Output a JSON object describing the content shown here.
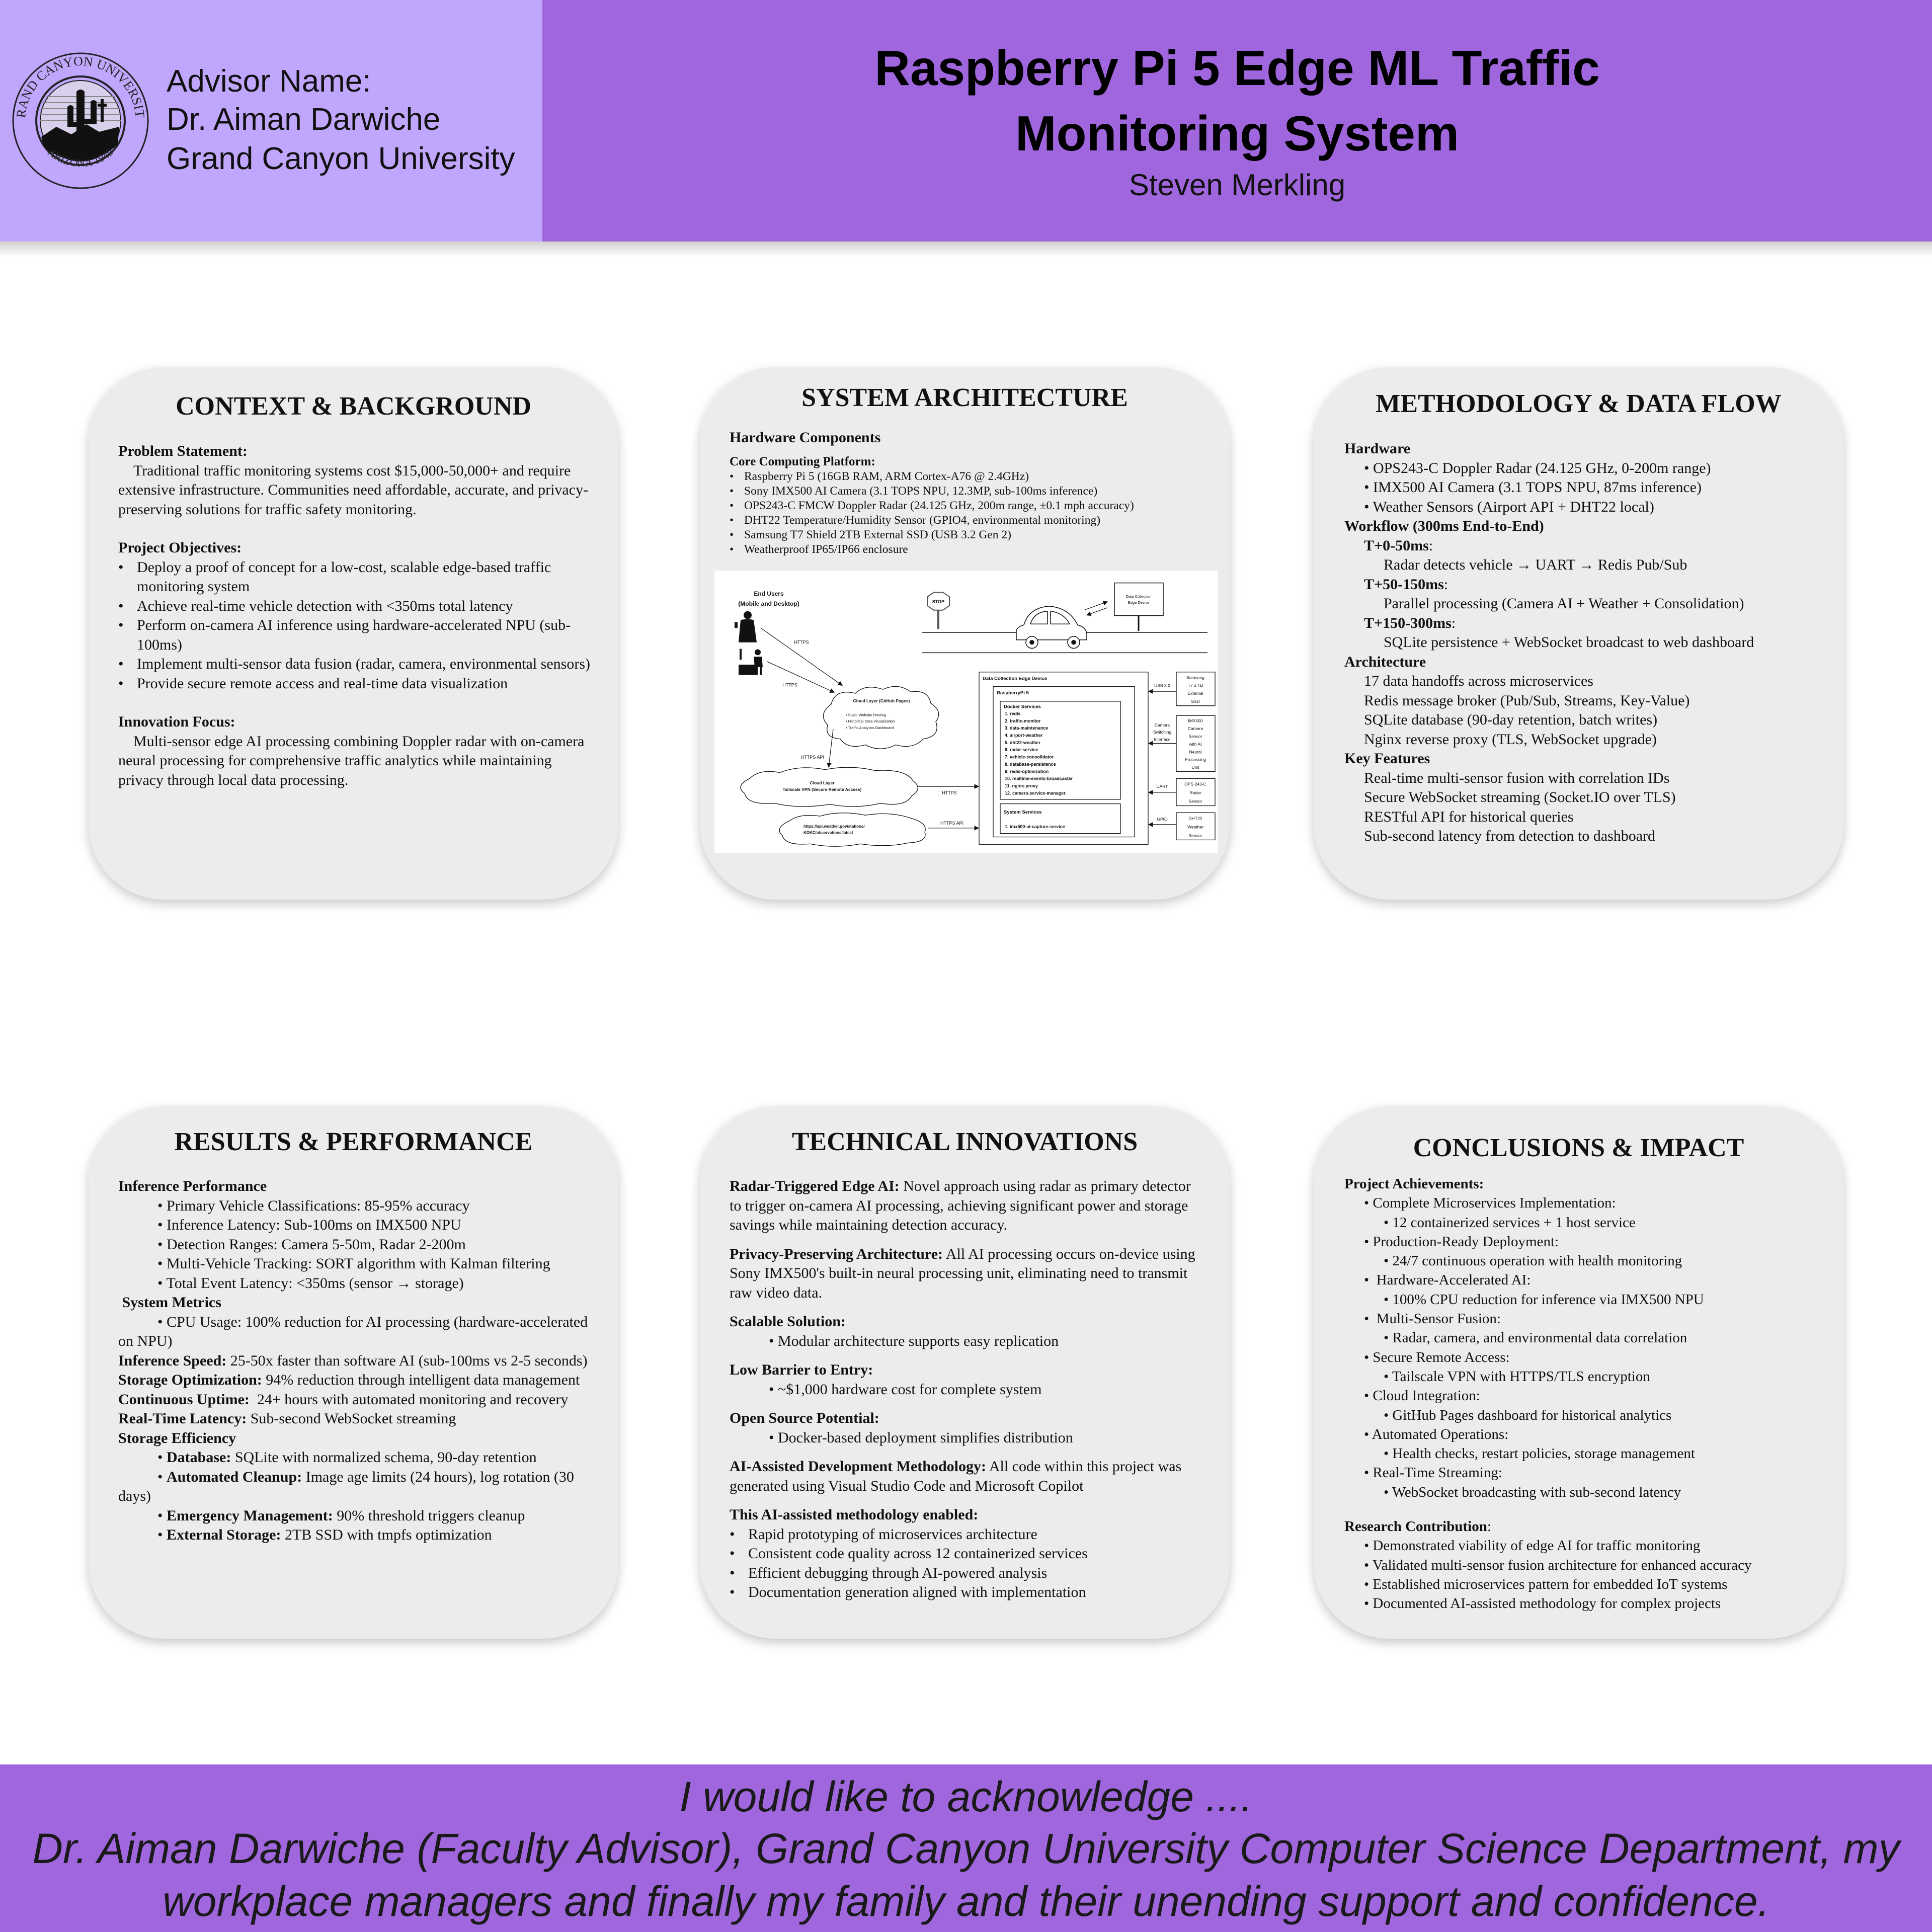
{
  "colors": {
    "header_left": "#c0a6fc",
    "header_right": "#a066de",
    "panel": "#ececec",
    "footer": "#a066de"
  },
  "logo": {
    "ring_text": "GRAND CANYON UNIVERSITY",
    "bottom_text": "ARIZONA 1949",
    "icon": "saguaro-cactus-cross-seal"
  },
  "header": {
    "advisor_label": "Advisor Name:",
    "advisor_name": "Dr. Aiman Darwiche",
    "university": "Grand Canyon University",
    "title_line1": "Raspberry Pi 5 Edge ML Traffic",
    "title_line2": "Monitoring System",
    "author": "Steven Merkling"
  },
  "context": {
    "title": "CONTEXT & BACKGROUND",
    "sections": [
      {
        "lines": [
          {
            "b": "Problem Statement:"
          },
          {
            "kind": "para",
            "t": "Traditional traffic monitoring systems cost $15,000-50,000+ and require extensive infrastructure. Communities need affordable, accurate, and privacy-preserving solutions for traffic safety monitoring."
          }
        ]
      },
      {
        "lines": [
          {
            "b": "Project Objectives:"
          },
          {
            "kind": "hang",
            "t": "Deploy a proof of concept for a low-cost, scalable edge-based traffic monitoring system"
          },
          {
            "kind": "hang",
            "t": "Achieve real-time vehicle detection with <350ms total latency"
          },
          {
            "kind": "hang",
            "t": "Perform on-camera AI inference using hardware-accelerated NPU (sub-100ms)"
          },
          {
            "kind": "hang",
            "t": "Implement multi-sensor data fusion (radar, camera, environmental sensors)"
          },
          {
            "kind": "hang",
            "t": "Provide secure remote access and real-time data visualization"
          }
        ]
      },
      {
        "lines": [
          {
            "b": "Innovation Focus:"
          },
          {
            "kind": "para",
            "t": "Multi-sensor edge AI processing combining Doppler radar with on-camera neural processing for comprehensive traffic analytics while maintaining privacy through local data processing."
          }
        ]
      }
    ]
  },
  "architecture": {
    "title": "SYSTEM ARCHITECTURE",
    "hardware_heading": "Hardware Components",
    "core_heading": "Core Computing Platform:",
    "core_items": [
      "Raspberry Pi 5 (16GB RAM, ARM Cortex-A76 @ 2.4GHz)",
      "Sony IMX500 AI Camera (3.1 TOPS NPU, 12.3MP, sub-100ms inference)",
      "OPS243-C FMCW Doppler Radar (24.125 GHz, 200m range, ±0.1 mph accuracy)",
      "DHT22 Temperature/Humidity Sensor (GPIO4, environmental monitoring)",
      "Samsung T7 Shield 2TB External SSD (USB 3.2 Gen 2)",
      "Weatherproof IP65/IP66 enclosure"
    ],
    "diagram": {
      "end_users": "End Users",
      "end_users_sub": "(Mobile and Desktop)",
      "https": "HTTPS",
      "https_api": "HTTPS API",
      "stop": "STOP",
      "edge_device_line1": "Data Collection",
      "edge_device_line2": "Edge Device",
      "github_cloud_title": "Cloud Layer (GitHub Pages)",
      "github_cloud_items": [
        "• Static Website Hosting",
        "• Historical Data Visualization",
        "• Traffic Analytics Dashboard"
      ],
      "vpn_cloud_title": "Cloud Layer",
      "vpn_cloud_sub": "Tailscale VPN (Secure Remote Access)",
      "weather_url_line1": "https://api.weather.gov/stations/",
      "weather_url_line2": "KOKC/observations/latest",
      "outer_box": "Data Collection Edge Device",
      "pi_box": "RaspberryPi 5",
      "docker_heading": "Docker Services",
      "docker_services": [
        "1. redis",
        "2. traffic-monitor",
        "3. data-maintenance",
        "4. airport-weather",
        "5. dht22-weather",
        "6. radar-service",
        "7. vehicle-consolidator",
        "8. database-persistence",
        "9. redis-optimization",
        "10. realtime-events-broadcaster",
        "11. nginx-proxy",
        "12. camera-service-manager"
      ],
      "system_heading": "System Services",
      "system_services": [
        "1. imx500-ai-capture.service"
      ],
      "peripherals": [
        {
          "lines": [
            "Samsung",
            "T7 2 TB",
            "External",
            "SSD"
          ],
          "link": [
            "USB 3.0"
          ]
        },
        {
          "lines": [
            "IMX500",
            "Camera",
            "Sensor",
            "with AI",
            "Neural",
            "Processing",
            "Unit"
          ],
          "link": [
            "Camera",
            "Switching",
            "Interface"
          ]
        },
        {
          "lines": [
            "OPS 243-C",
            "Radar",
            "Sensor"
          ],
          "link": [
            "UART"
          ]
        },
        {
          "lines": [
            "DHT22",
            "Weather",
            "Sensor"
          ],
          "link": [
            "GPIO"
          ]
        }
      ]
    }
  },
  "methodology": {
    "title": "METHODOLOGY & DATA FLOW",
    "sections": [
      {
        "lines": [
          {
            "b": "Hardware"
          },
          {
            "level": 1,
            "t": "• OPS243-C Doppler Radar (24.125 GHz, 0-200m range)"
          },
          {
            "level": 1,
            "t": "• IMX500 AI Camera (3.1 TOPS NPU, 87ms inference)"
          },
          {
            "level": 1,
            "t": "• Weather Sensors (Airport API + DHT22 local)"
          },
          {
            "b": "Workflow (300ms End-to-End)"
          },
          {
            "level": 1,
            "b": "T+0-50ms",
            "t": ":"
          },
          {
            "level": 2,
            "t": "Radar detects vehicle → UART → Redis Pub/Sub"
          },
          {
            "level": 1,
            "b": "T+50-150ms",
            "t": ":"
          },
          {
            "level": 2,
            "t": "Parallel processing (Camera AI + Weather + Consolidation)"
          },
          {
            "level": 1,
            "b": "T+150-300ms",
            "t": ":"
          },
          {
            "level": 2,
            "t": "SQLite persistence + WebSocket broadcast to web dashboard"
          },
          {
            "b": "Architecture"
          },
          {
            "level": 1,
            "t": "17 data handoffs across microservices"
          },
          {
            "level": 1,
            "t": "Redis message broker (Pub/Sub, Streams, Key-Value)"
          },
          {
            "level": 1,
            "t": "SQLite database (90-day retention, batch writes)"
          },
          {
            "level": 1,
            "t": "Nginx reverse proxy (TLS, WebSocket upgrade)"
          },
          {
            "b": "Key Features"
          },
          {
            "level": 1,
            "t": "Real-time multi-sensor fusion with correlation IDs"
          },
          {
            "level": 1,
            "t": "Secure WebSocket streaming (Socket.IO over TLS)"
          },
          {
            "level": 1,
            "t": "RESTful API for historical queries"
          },
          {
            "level": 1,
            "t": "Sub-second latency from detection to dashboard"
          }
        ]
      }
    ]
  },
  "results": {
    "title": "RESULTS & PERFORMANCE",
    "sections": [
      {
        "lines": [
          {
            "b": "Inference Performance"
          },
          {
            "level": 2,
            "t": "• Primary Vehicle Classifications: 85-95% accuracy"
          },
          {
            "level": 2,
            "t": "• Inference Latency: Sub-100ms on IMX500 NPU"
          },
          {
            "level": 2,
            "t": "• Detection Ranges: Camera 5-50m, Radar 2-200m"
          },
          {
            "level": 2,
            "t": "• Multi-Vehicle Tracking: SORT algorithm with Kalman filtering"
          },
          {
            "level": 2,
            "t": "• Total Event Latency: <350ms (sensor → storage)"
          },
          {
            "b": " System Metrics"
          },
          {
            "level": 2,
            "t": "• CPU Usage: 100% reduction for AI processing (hardware-accelerated on NPU)"
          },
          {
            "b": "Inference Speed:",
            "t": " 25-50x faster than software AI (sub-100ms vs 2-5 seconds)"
          },
          {
            "b": "Storage Optimization:",
            "t": " 94% reduction through intelligent data management"
          },
          {
            "b": "Continuous Uptime:",
            "t": "  24+ hours with automated monitoring and recovery"
          },
          {
            "b": "Real-Time Latency:",
            "t": " Sub-second WebSocket streaming"
          },
          {
            "b": "Storage Efficiency"
          },
          {
            "level": 2,
            "pre": "• ",
            "b": "Database:",
            "t": " SQLite with normalized schema, 90-day retention"
          },
          {
            "level": 2,
            "pre": "• ",
            "b": "Automated Cleanup:",
            "t": " Image age limits (24 hours), log rotation (30 days)"
          },
          {
            "level": 2,
            "pre": "• ",
            "b": "Emergency Management:",
            "t": " 90% threshold triggers cleanup"
          },
          {
            "level": 2,
            "pre": "• ",
            "b": "External Storage:",
            "t": " 2TB SSD with tmpfs optimization"
          }
        ]
      }
    ]
  },
  "innovations": {
    "title": "TECHNICAL INNOVATIONS",
    "sections": [
      {
        "lines": [
          {
            "b": "Radar-Triggered Edge AI:",
            "t": " Novel approach using radar as primary detector to trigger on-camera AI processing, achieving significant power and storage savings while maintaining detection accuracy."
          }
        ]
      },
      {
        "lines": [
          {
            "b": "Privacy-Preserving Architecture:",
            "t": " All AI processing occurs on-device using Sony IMX500's built-in neural processing unit, eliminating need to transmit raw video data."
          }
        ]
      },
      {
        "lines": [
          {
            "b": "Scalable Solution:"
          },
          {
            "level": 2,
            "t": "• Modular architecture supports easy replication"
          }
        ]
      },
      {
        "lines": [
          {
            "b": "Low Barrier to Entry:"
          },
          {
            "level": 2,
            "t": "• ~$1,000 hardware cost for complete system"
          }
        ]
      },
      {
        "lines": [
          {
            "b": "Open Source Potential:"
          },
          {
            "level": 2,
            "t": "• Docker-based deployment simplifies distribution"
          }
        ]
      },
      {
        "lines": [
          {
            "b": "AI-Assisted Development Methodology:",
            "t": " All code within this project was generated using Visual Studio Code and Microsoft Copilot"
          }
        ]
      },
      {
        "lines": [
          {
            "b": "This AI-assisted methodology enabled:"
          },
          {
            "kind": "hang",
            "t": "Rapid prototyping of microservices architecture"
          },
          {
            "kind": "hang",
            "t": "Consistent code quality across 12 containerized services"
          },
          {
            "kind": "hang",
            "t": "Efficient debugging through AI-powered analysis"
          },
          {
            "kind": "hang",
            "t": "Documentation generation aligned with implementation"
          }
        ]
      }
    ]
  },
  "conclusions": {
    "title": "CONCLUSIONS & IMPACT",
    "sections": [
      {
        "lines": [
          {
            "b": "Project Achievements:"
          },
          {
            "level": 1,
            "t": "• Complete Microservices Implementation:"
          },
          {
            "level": 2,
            "t": "• 12 containerized services + 1 host service"
          },
          {
            "level": 1,
            "t": "• Production-Ready Deployment:"
          },
          {
            "level": 2,
            "t": "• 24/7 continuous operation with health monitoring"
          },
          {
            "level": 1,
            "t": "•  Hardware-Accelerated AI:"
          },
          {
            "level": 2,
            "t": "• 100% CPU reduction for inference via IMX500 NPU"
          },
          {
            "level": 1,
            "t": "•  Multi-Sensor Fusion:"
          },
          {
            "level": 2,
            "t": "• Radar, camera, and environmental data correlation"
          },
          {
            "level": 1,
            "t": "• Secure Remote Access:"
          },
          {
            "level": 2,
            "t": "• Tailscale VPN with HTTPS/TLS encryption"
          },
          {
            "level": 1,
            "t": "• Cloud Integration:"
          },
          {
            "level": 2,
            "t": "• GitHub Pages dashboard for historical analytics"
          },
          {
            "level": 1,
            "t": "• Automated Operations:"
          },
          {
            "level": 2,
            "t": "• Health checks, restart policies, storage management"
          },
          {
            "level": 1,
            "t": "• Real-Time Streaming:"
          },
          {
            "level": 2,
            "t": "• WebSocket broadcasting with sub-second latency"
          }
        ]
      },
      {
        "lines": [
          {
            "b": "Research Contribution",
            "t": ":"
          },
          {
            "level": 1,
            "t": "• Demonstrated viability of edge AI for traffic monitoring"
          },
          {
            "level": 1,
            "t": "• Validated multi-sensor fusion architecture for enhanced accuracy"
          },
          {
            "level": 1,
            "t": "• Established microservices pattern for embedded IoT systems"
          },
          {
            "level": 1,
            "t": "• Documented AI-assisted methodology for complex projects"
          }
        ]
      }
    ]
  },
  "footer": {
    "line1": "I would like to acknowledge ....",
    "line2": "Dr. Aiman Darwiche (Faculty Advisor), Grand Canyon University Computer Science Department, my",
    "line3": "workplace managers and finally my family and their unending support and confidence."
  }
}
